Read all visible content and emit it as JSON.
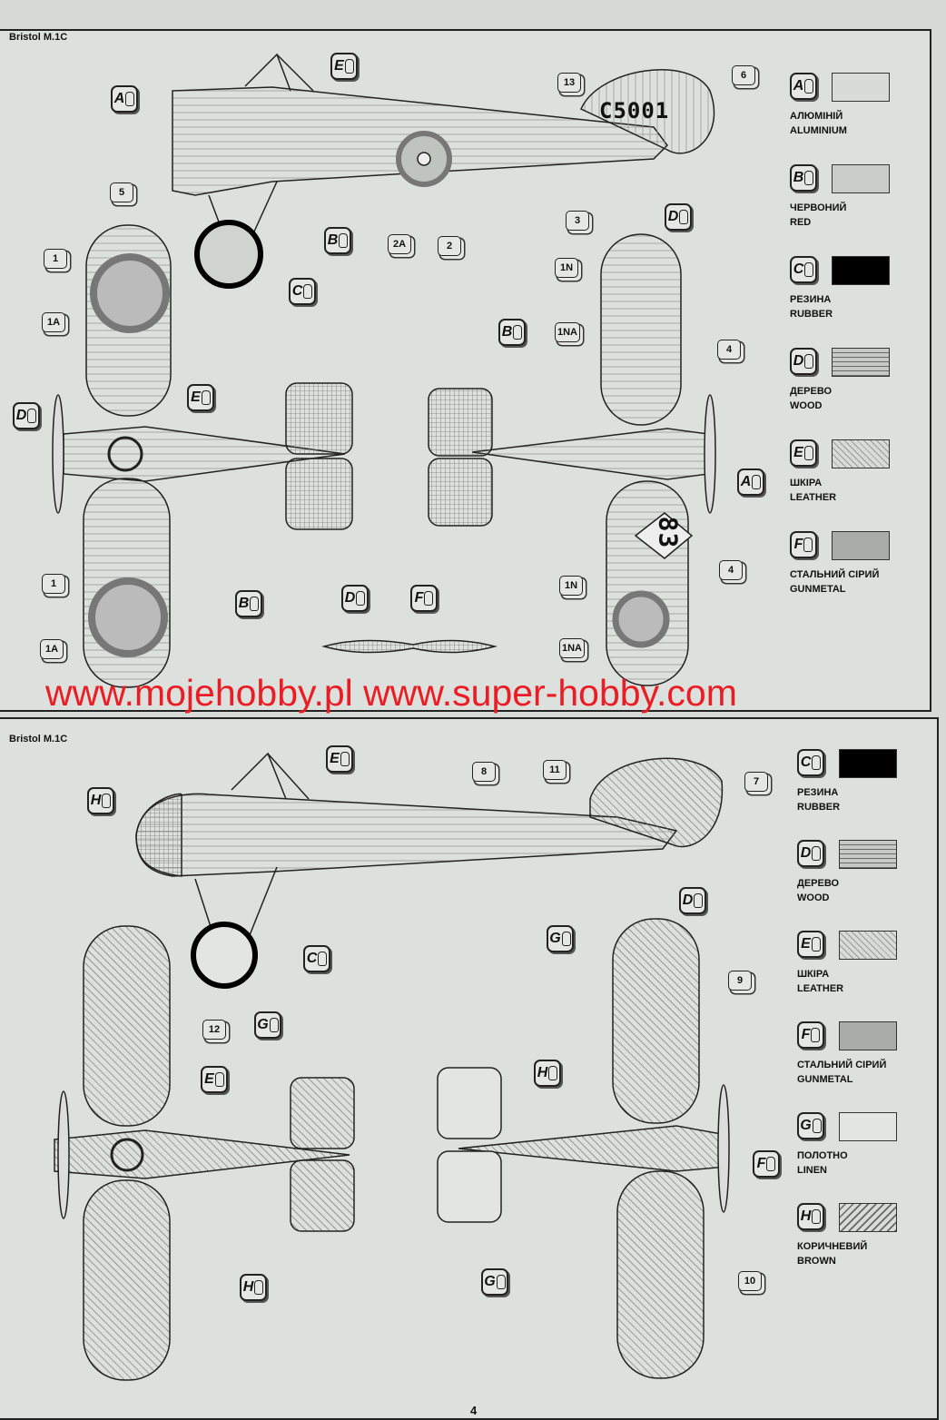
{
  "panels": [
    {
      "title": "Bristol M.1C"
    },
    {
      "title": "Bristol M.1C"
    }
  ],
  "watermark": "www.mojehobby.pl www.super-hobby.com",
  "page_number": "4",
  "serials": {
    "fuselage": "C5001",
    "wing": "83"
  },
  "legend1": [
    {
      "code": "A",
      "ua": "АЛЮМІНІЙ",
      "en": "ALUMINIUM",
      "fill": "#d8dcd8"
    },
    {
      "code": "B",
      "ua": "ЧЕРВОНИЙ",
      "en": "RED",
      "fill": "#c9cdc9"
    },
    {
      "code": "C",
      "ua": "РЕЗИНА",
      "en": "RUBBER",
      "fill": "#000000"
    },
    {
      "code": "D",
      "ua": "ДЕРЕВО",
      "en": "WOOD",
      "fill": "grid"
    },
    {
      "code": "E",
      "ua": "ШКІРА",
      "en": "LEATHER",
      "fill": "hatch"
    },
    {
      "code": "F",
      "ua": "СТАЛЬНИЙ СІРИЙ",
      "en": "GUNMETAL",
      "fill": "#a9ada9"
    }
  ],
  "legend2": [
    {
      "code": "C",
      "ua": "РЕЗИНА",
      "en": "RUBBER",
      "fill": "#000000"
    },
    {
      "code": "D",
      "ua": "ДЕРЕВО",
      "en": "WOOD",
      "fill": "grid"
    },
    {
      "code": "E",
      "ua": "ШКІРА",
      "en": "LEATHER",
      "fill": "hatch"
    },
    {
      "code": "F",
      "ua": "СТАЛЬНИЙ СІРИЙ",
      "en": "GUNMETAL",
      "fill": "#a9ada9"
    },
    {
      "code": "G",
      "ua": "ПОЛОТНО",
      "en": "LINEN",
      "fill": "#e2e5e2"
    },
    {
      "code": "H",
      "ua": "КОРИЧНЕВИЙ",
      "en": "BROWN",
      "fill": "hatch2"
    }
  ],
  "refs1": [
    "A",
    "E",
    "D",
    "B",
    "C",
    "E",
    "D",
    "A",
    "B",
    "B",
    "D",
    "F"
  ],
  "nums1": [
    "13",
    "6",
    "5",
    "3",
    "2A",
    "2",
    "1",
    "1A",
    "1N",
    "1NA",
    "4",
    "1",
    "1A",
    "1N",
    "1NA",
    "4"
  ],
  "refs2": [
    "E",
    "H",
    "D",
    "C",
    "G",
    "E",
    "G",
    "H",
    "F",
    "H",
    "G"
  ],
  "nums2": [
    "8",
    "11",
    "7",
    "9",
    "12",
    "10"
  ]
}
